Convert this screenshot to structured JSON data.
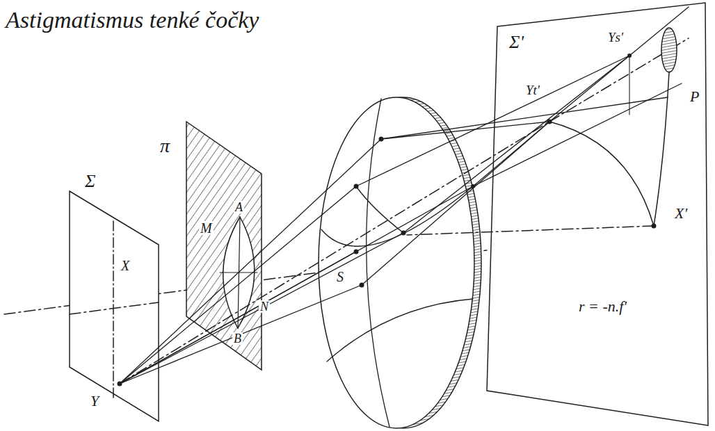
{
  "diagram": {
    "title": "Astigmatismus tenké čočky",
    "labels": [
      "Σ",
      "π",
      "M",
      "A",
      "X",
      "N",
      "B",
      "S",
      "Y",
      "Σ'",
      "Ys'",
      "Yt'",
      "P",
      "X'",
      "r = -n.f'"
    ]
  }
}
